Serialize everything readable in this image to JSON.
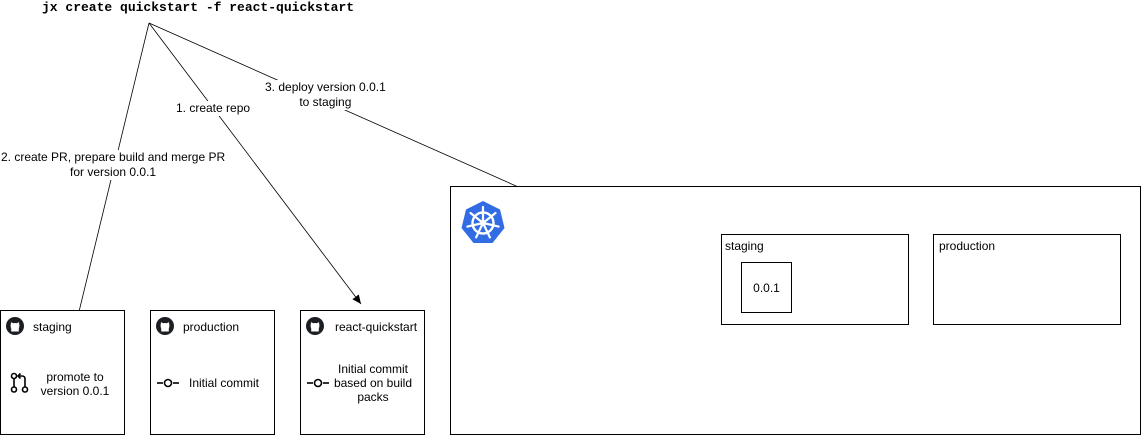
{
  "command": "jx create quickstart -f react-quickstart",
  "steps": {
    "create_repo": "1. create repo",
    "create_pr": [
      "2. create PR, prepare build and merge PR",
      "for version 0.0.1"
    ],
    "deploy": [
      "3. deploy version 0.0.1",
      "to staging"
    ]
  },
  "repos": {
    "staging": {
      "title": "staging",
      "item": [
        "promote to",
        "version 0.0.1"
      ]
    },
    "production": {
      "title": "production",
      "item": "Initial commit"
    },
    "react_quickstart": {
      "title": "react-quickstart",
      "item": [
        "Initial commit",
        "based on build",
        "packs"
      ]
    }
  },
  "cluster": {
    "icon": "kubernetes-icon",
    "color": "#326ce5",
    "staging": {
      "title": "staging",
      "version": "0.0.1"
    },
    "production": {
      "title": "production"
    }
  }
}
